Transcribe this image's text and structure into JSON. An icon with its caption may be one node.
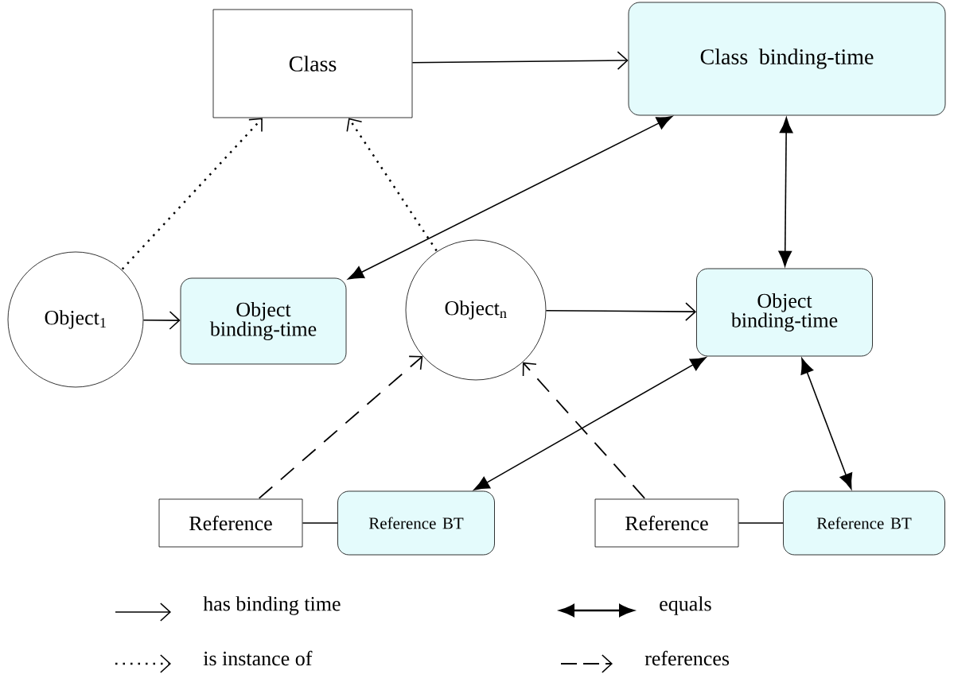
{
  "diagram": {
    "nodes": [
      {
        "text": [
          "Class"
        ]
      },
      {
        "text": [
          "Class binding-time"
        ]
      },
      {
        "text": [
          "Object$_{1}$"
        ]
      },
      {
        "text": [
          "Object binding-time"
        ]
      },
      {
        "text": [
          "Object$_{n}$"
        ]
      },
      {
        "text": [
          "Object binding-time"
        ]
      },
      {
        "text": [
          "Reference"
        ]
      },
      {
        "text": [
          "Reference BT"
        ]
      },
      {
        "text": [
          "Reference"
        ]
      },
      {
        "text": [
          "Reference BT"
        ]
      }
    ],
    "edges": [
      {
        "from": 0,
        "to": 1,
        "arrow": "to"
      },
      {
        "from": 2,
        "to": 0,
        "arrow": "to",
        "style": "dashed"
      },
      {
        "from": 4,
        "to": 0,
        "arrow": "to",
        "style": "dashed"
      },
      {
        "from": 3,
        "to": 1,
        "arrow": "both"
      },
      {
        "from": 1,
        "to": 5,
        "arrow": "both"
      },
      {
        "from": 2,
        "to": 3,
        "arrow": "to"
      },
      {
        "from": 4,
        "to": 5,
        "arrow": "to"
      },
      {
        "from": 5,
        "to": 7,
        "arrow": "both"
      },
      {
        "from": 5,
        "to": 9,
        "arrow": "both"
      },
      {
        "from": 6,
        "to": 4,
        "arrow": "to",
        "style": "dashed"
      },
      {
        "from": 8,
        "to": 4,
        "arrow": "to",
        "style": "dashed"
      },
      {
        "from": 6,
        "to": 7,
        "arrow": "none"
      },
      {
        "from": 8,
        "to": 9,
        "arrow": "none"
      }
    ],
    "legend": [
      {
        "text": "has binding time"
      },
      {
        "text": "is instance of"
      },
      {
        "text": "equals"
      },
      {
        "text": "references"
      }
    ]
  }
}
